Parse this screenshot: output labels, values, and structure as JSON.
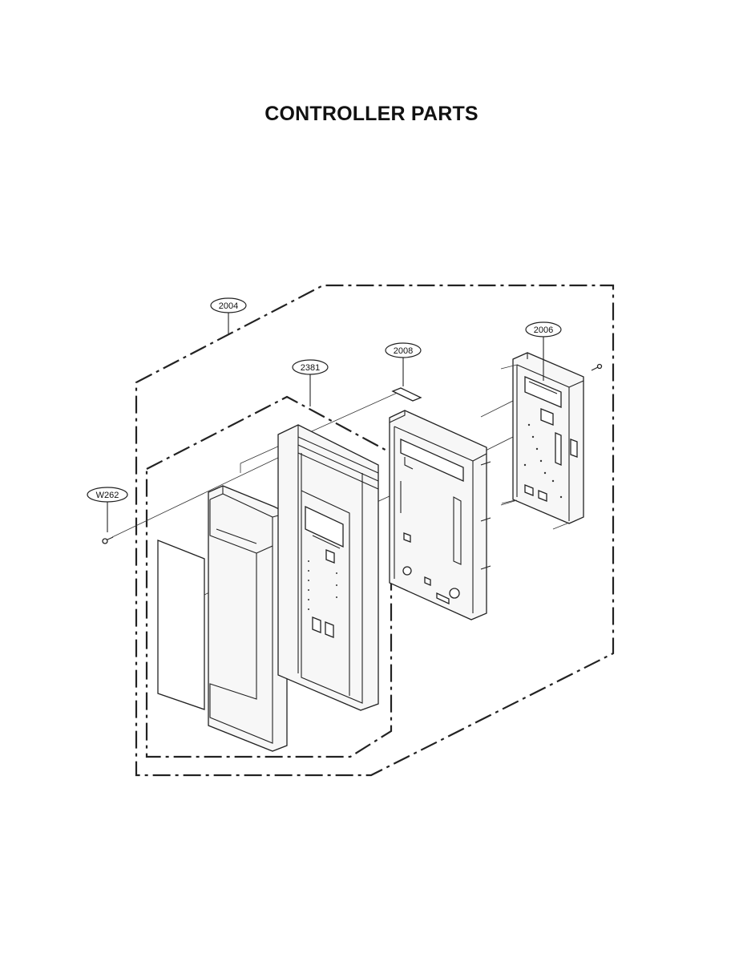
{
  "page": {
    "title": "CONTROLLER PARTS"
  },
  "callouts": {
    "c2004": "2004",
    "c2381": "2381",
    "c2008": "2008",
    "c2006": "2006",
    "cW262": "W262"
  },
  "colors": {
    "line": "#222222",
    "panel_fill": "#f7f7f7",
    "background": "#ffffff"
  }
}
